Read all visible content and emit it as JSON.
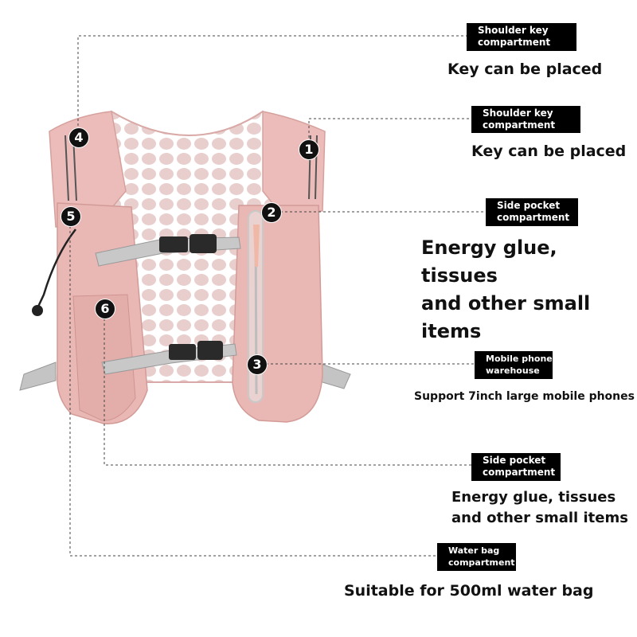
{
  "callouts": [
    {
      "number": "1",
      "tag": "Shoulder key\ncompartment",
      "description": "Key can be placed"
    },
    {
      "number": "2",
      "tag": "Side pocket\ncompartment",
      "description": "Energy glue, tissues\nand other small items"
    },
    {
      "number": "3",
      "tag": "Mobile phone\nwarehouse",
      "description": "Support 7inch large mobile phones"
    },
    {
      "number": "4",
      "tag": "Shoulder key\ncompartment",
      "description": "Key can be placed"
    },
    {
      "number": "5",
      "tag": "Water bag\ncompartment",
      "description": "Suitable for 500ml water bag"
    },
    {
      "number": "6",
      "tag": "Side pocket\ncompartment",
      "description": "Energy glue, tissues\nand other small items"
    }
  ],
  "colors": {
    "vest": "#e9b8b5",
    "vest_shadow": "#d89f9b",
    "mesh": "#f4f4f4",
    "strap": "#b9b9b9",
    "buckle": "#2a2a2a"
  }
}
